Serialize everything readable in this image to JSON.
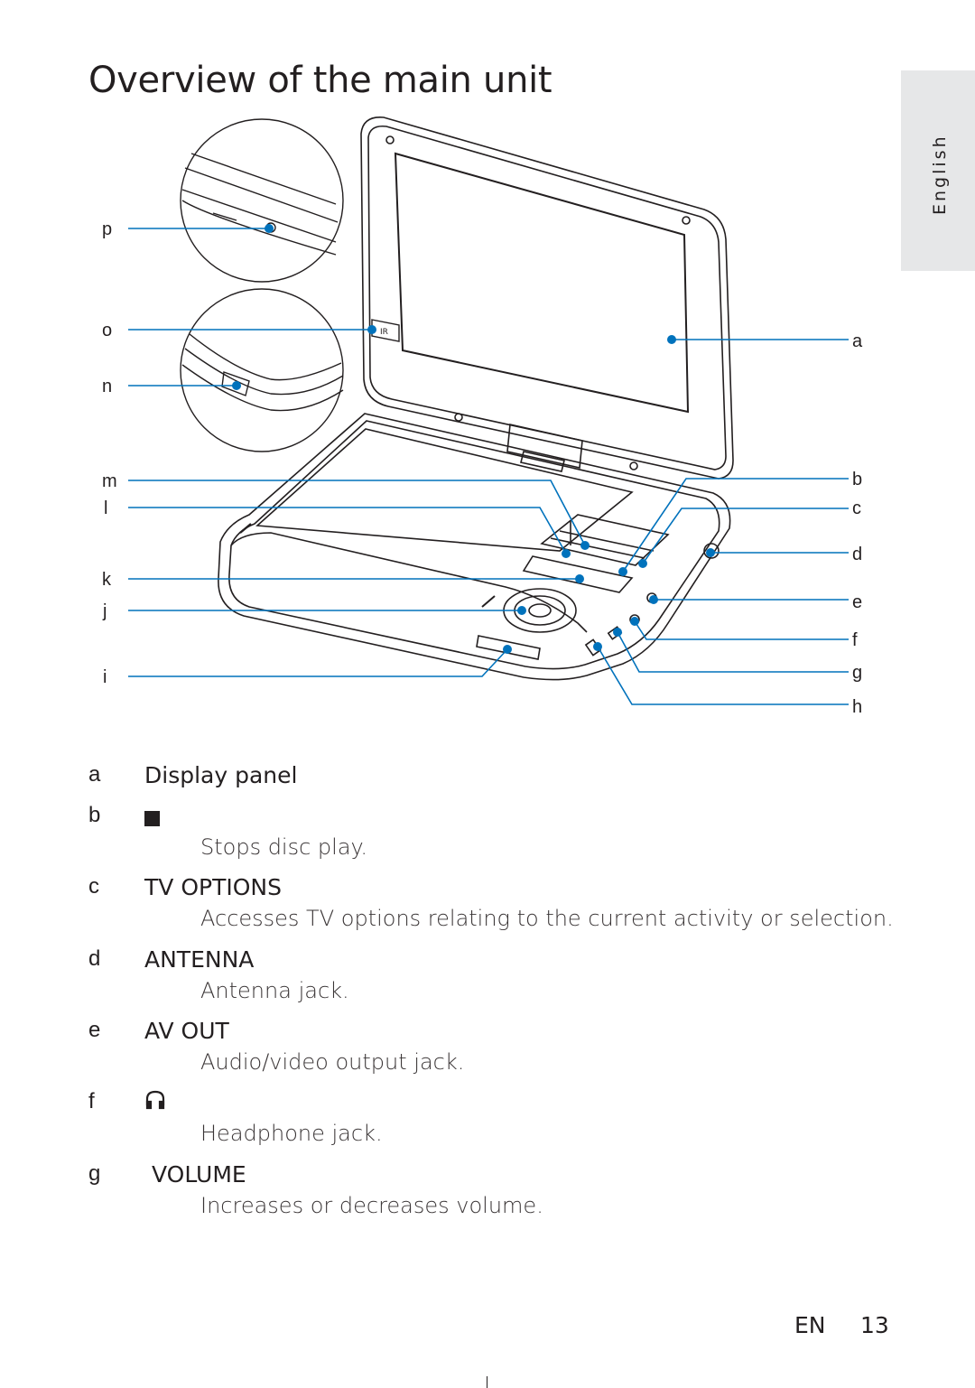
{
  "page": {
    "title": "Overview of the main unit",
    "language_tab": "English"
  },
  "figure": {
    "callouts_left": [
      "p",
      "o",
      "n",
      "m",
      "l",
      "k",
      "j",
      "i"
    ],
    "callouts_right": [
      "a",
      "b",
      "c",
      "d",
      "e",
      "f",
      "g",
      "h"
    ],
    "screen_badge": "IR"
  },
  "legend": [
    {
      "letter": "a",
      "name": "Display panel",
      "desc": ""
    },
    {
      "letter": "b",
      "name": "",
      "icon": "stop-icon",
      "desc": "Stops disc play."
    },
    {
      "letter": "c",
      "name": "TV OPTIONS",
      "desc": "Accesses TV options relating to the current activity or selection."
    },
    {
      "letter": "d",
      "name": "ANTENNA",
      "desc": "Antenna jack."
    },
    {
      "letter": "e",
      "name": "AV OUT",
      "desc": "Audio/video output jack."
    },
    {
      "letter": "f",
      "name": "",
      "icon": "headphone-icon",
      "desc": "Headphone jack."
    },
    {
      "letter": "g",
      "name": "VOLUME",
      "desc": "Increases or decreases volume."
    }
  ],
  "footer": {
    "lang": "EN",
    "page_number": "13"
  },
  "colors": {
    "callout_blue": "#0072bc",
    "ink": "#231f20",
    "tab_gray": "#e6e7e8"
  }
}
